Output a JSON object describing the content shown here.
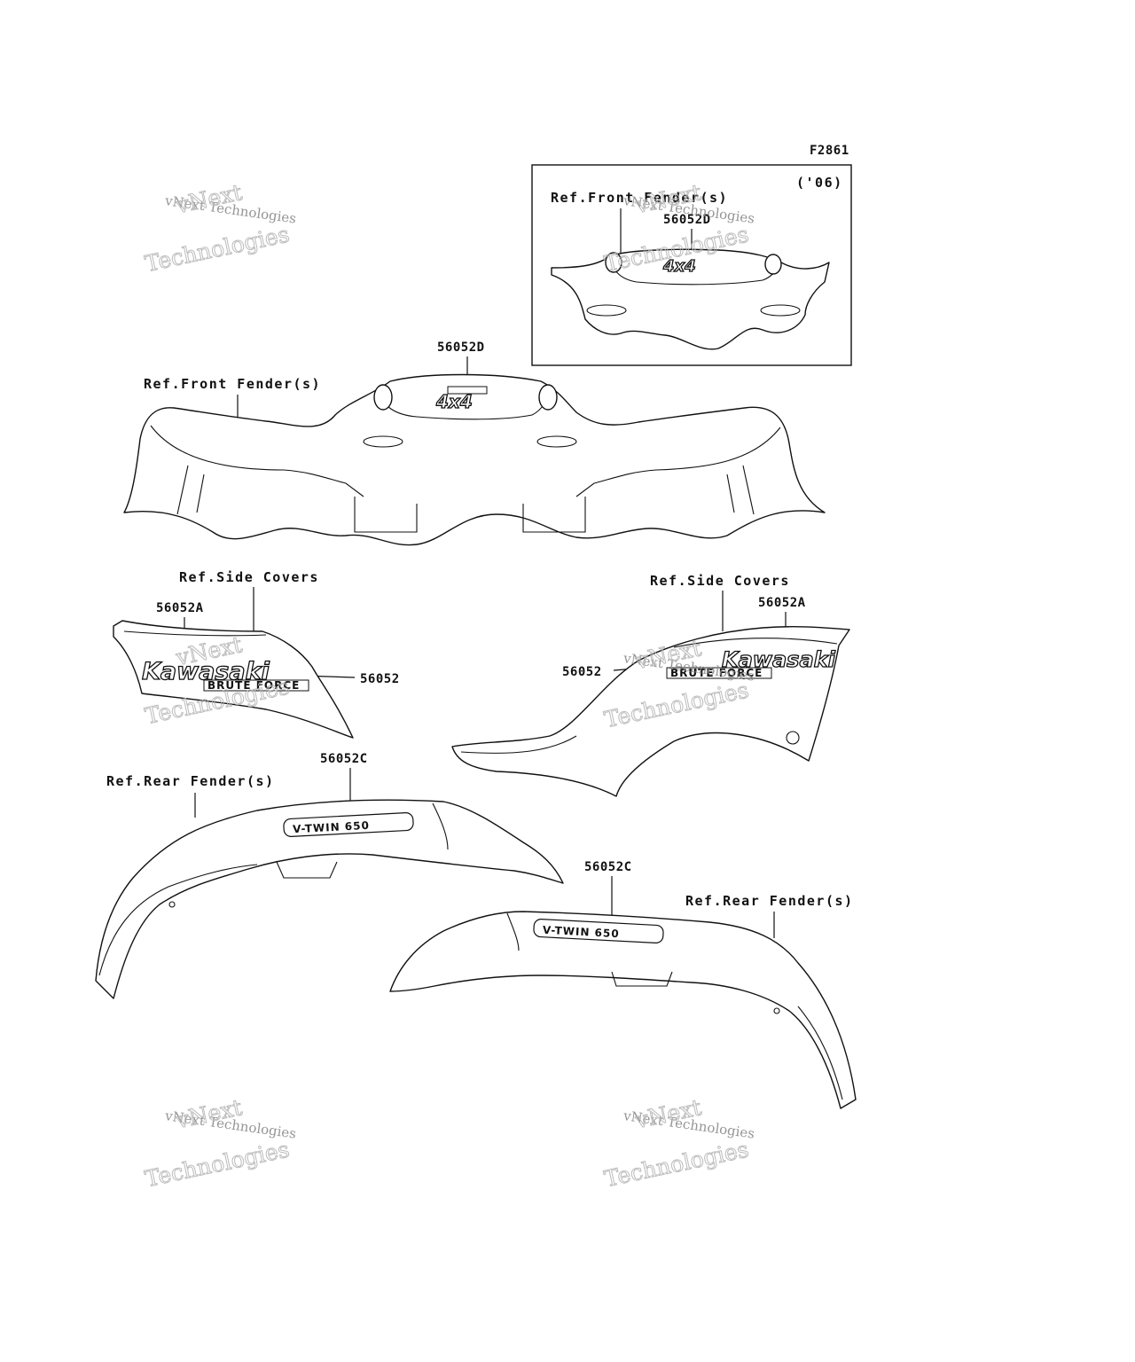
{
  "figure_code": "F2861",
  "inset": {
    "year_tag": "('06)",
    "ref_label": "Ref.Front Fender(s)",
    "part": "56052D",
    "decal_text": "4x4"
  },
  "front": {
    "ref_label": "Ref.Front Fender(s)",
    "part": "56052D",
    "decal_text": "4x4"
  },
  "side_left": {
    "ref_label": "Ref.Side Covers",
    "part_a": "56052A",
    "part_b": "56052",
    "decal_main": "Kawasaki",
    "decal_sub": "BRUTE FORCE"
  },
  "side_right": {
    "ref_label": "Ref.Side Covers",
    "part_a": "56052A",
    "part_b": "56052",
    "decal_main": "Kawasaki",
    "decal_sub": "BRUTE FORCE"
  },
  "rear_left": {
    "ref_label": "Ref.Rear Fender(s)",
    "part": "56052C",
    "decal_text": "V-TWIN 650"
  },
  "rear_right": {
    "ref_label": "Ref.Rear Fender(s)",
    "part": "56052C",
    "decal_text": "V-TWIN 650"
  },
  "watermark": {
    "line1": "vNext Technologies",
    "big1": "vNext",
    "big2": "Technologies"
  }
}
